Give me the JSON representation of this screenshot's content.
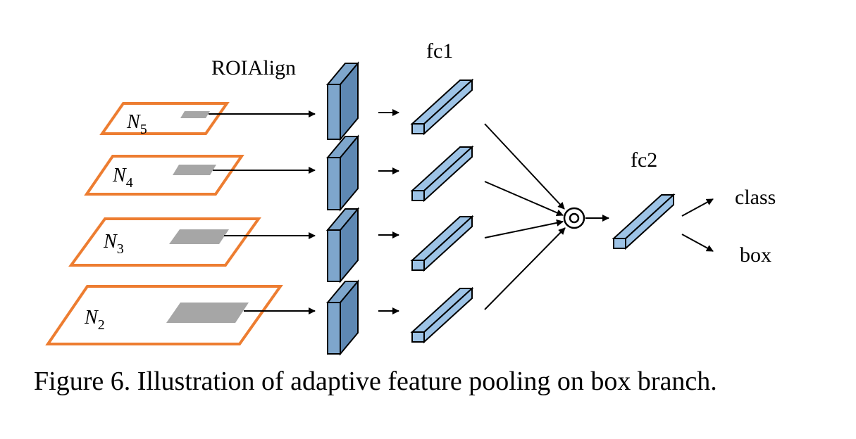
{
  "labels": {
    "roialign": "ROIAlign",
    "fc1": "fc1",
    "fc2": "fc2",
    "class": "class",
    "box": "box"
  },
  "levels": [
    {
      "name": "N",
      "sub": "5"
    },
    {
      "name": "N",
      "sub": "4"
    },
    {
      "name": "N",
      "sub": "3"
    },
    {
      "name": "N",
      "sub": "2"
    }
  ],
  "fusion_symbol": "element-wise max/sum fusion",
  "caption": "Figure 6. Illustration of adaptive feature pooling on box branch.",
  "colors": {
    "level_border": "#ed7d31",
    "roi_fill": "#a6a6a6",
    "roialign_front": "#7ea6cc",
    "roialign_side": "#5e88b3",
    "fc_fill": "#9dc3e6",
    "stroke": "#000000"
  }
}
